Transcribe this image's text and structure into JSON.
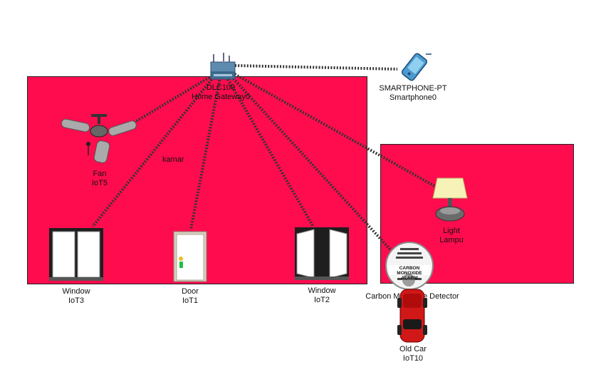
{
  "colors": {
    "room": "#ff0c4e",
    "link": "#333333"
  },
  "area": {
    "label": "kamar"
  },
  "devices": {
    "gateway": {
      "line1": "DLC100",
      "line2": "Home Gateway0",
      "icon": "home-gateway-icon"
    },
    "smartphone": {
      "line1": "SMARTPHONE-PT",
      "line2": "Smartphone0",
      "icon": "smartphone-icon"
    },
    "fan": {
      "line1": "Fan",
      "line2": "IoT5",
      "icon": "ceiling-fan-icon"
    },
    "light": {
      "line1": "Light",
      "line2": "Lampu",
      "icon": "lamp-icon"
    },
    "window3": {
      "line1": "Window",
      "line2": "IoT3",
      "icon": "window-closed-icon"
    },
    "door": {
      "line1": "Door",
      "line2": "IoT1",
      "icon": "door-icon"
    },
    "window2": {
      "line1": "Window",
      "line2": "IoT2",
      "icon": "window-open-icon"
    },
    "co_detector": {
      "line1": "Carbon Monoxide Detector",
      "badge": "CARBON MONOXIDE ALARM",
      "icon": "co-detector-icon"
    },
    "car": {
      "line1": "Old Car",
      "line2": "IoT10",
      "icon": "car-icon"
    }
  }
}
